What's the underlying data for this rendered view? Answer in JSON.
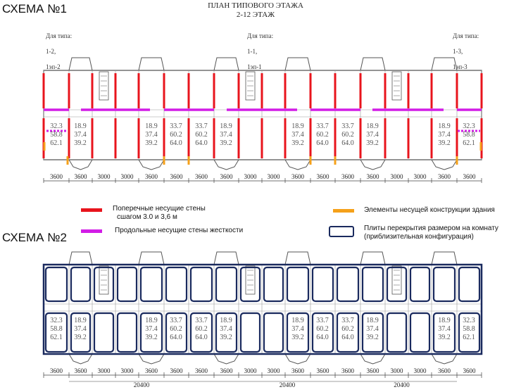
{
  "schema1_title": "СХЕМА №1",
  "schema2_title": "СХЕМА №2",
  "plan_title": "ПЛАН ТИПОВОГО ЭТАЖА",
  "plan_floors": "2-12 ЭТАЖ",
  "type_labels": [
    {
      "l1": "Для типа:",
      "l2": "1-2,",
      "l3": "1эп-2"
    },
    {
      "l1": "Для типа:",
      "l2": "1-1,",
      "l3": "1эп-1"
    },
    {
      "l1": "Для типа:",
      "l2": "1-3,",
      "l3": "1эп-3"
    }
  ],
  "legend": {
    "cross_walls": "Поперечные несущие стены",
    "cross_walls_step": "сшагом 3.0 и 3,6 м",
    "long_walls": "Продольные несущие стены жесткости",
    "structural_elements": "Элементы несущей конструкции здания",
    "slabs": "Плиты перекрытия размером на комнату",
    "slabs_note": "(приблизительная конфигурация)"
  },
  "colors": {
    "cross_wall": "#e8141c",
    "long_wall": "#d21ce6",
    "element": "#f5a11a",
    "slab": "#1a2a5e",
    "plan_line": "#555555"
  },
  "areas": {
    "end_apt": [
      "32.3",
      "58.8",
      "62.1"
    ],
    "small_apt": [
      "18.9",
      "37.4",
      "39.2"
    ],
    "mid_apt": [
      "33.7",
      "60.2",
      "64.0"
    ]
  },
  "dimensions": {
    "spans": [
      "3600",
      "3600",
      "3000",
      "3000",
      "3600",
      "3600",
      "3600",
      "3600",
      "3000",
      "3000",
      "3600",
      "3600",
      "3600",
      "3600",
      "3000",
      "3000",
      "3600",
      "3600"
    ],
    "section_total": "20400"
  }
}
